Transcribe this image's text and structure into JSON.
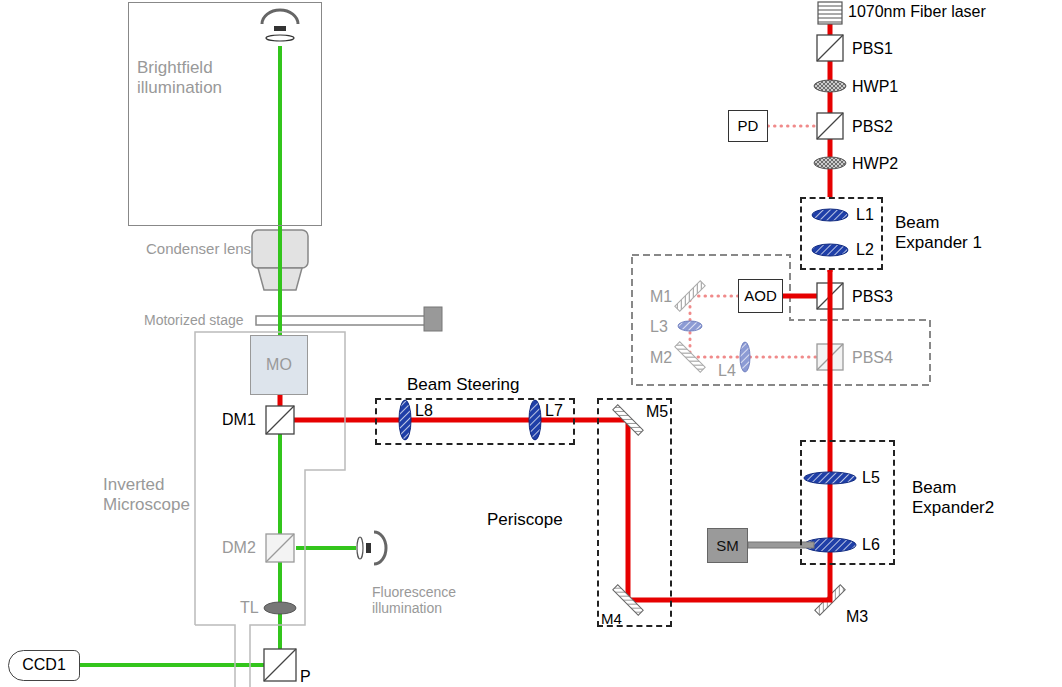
{
  "diagram": {
    "nodes": [
      {
        "text": [
          "Brightfield illumination"
        ]
      },
      {
        "text": [
          "Inverted Microscope"
        ]
      },
      {
        "text": [
          "MO"
        ],
        "in": 1
      },
      {
        "text": [
          "Beam Steering"
        ]
      },
      {
        "text": [
          "Periscope"
        ]
      },
      {
        "text": [
          "Beam Expander 1"
        ]
      },
      {
        "text": [
          "Beam Expander2"
        ]
      },
      {
        "text": [
          "AOD"
        ]
      },
      {
        "text": [
          "PD"
        ]
      },
      {
        "text": [
          "SM"
        ]
      },
      {
        "text": [
          "CCD1"
        ]
      }
    ],
    "edges": [
      {
        "from": 0,
        "to": 2,
        "arrow": "none"
      },
      {
        "from": 5,
        "to": 6,
        "arrow": "none"
      },
      {
        "from": 6,
        "to": 4,
        "arrow": "none"
      },
      {
        "from": 4,
        "to": 3,
        "arrow": "none"
      },
      {
        "from": 3,
        "to": 1,
        "arrow": "none"
      },
      {
        "from": 10,
        "to": 1,
        "arrow": "none"
      }
    ],
    "labels": [
      "1070nm Fiber laser",
      "PBS1",
      "HWP1",
      "PBS2",
      "HWP2",
      "L1",
      "L2",
      "PBS3",
      "M1",
      "L3",
      "M2",
      "L4",
      "PBS4",
      "L5",
      "L6",
      "M3",
      "M4",
      "M5",
      "L7",
      "L8",
      "DM1",
      "DM2",
      "TL",
      "P",
      "Motorized stage",
      "Condenser lens",
      "Fluorescence illumination"
    ]
  }
}
